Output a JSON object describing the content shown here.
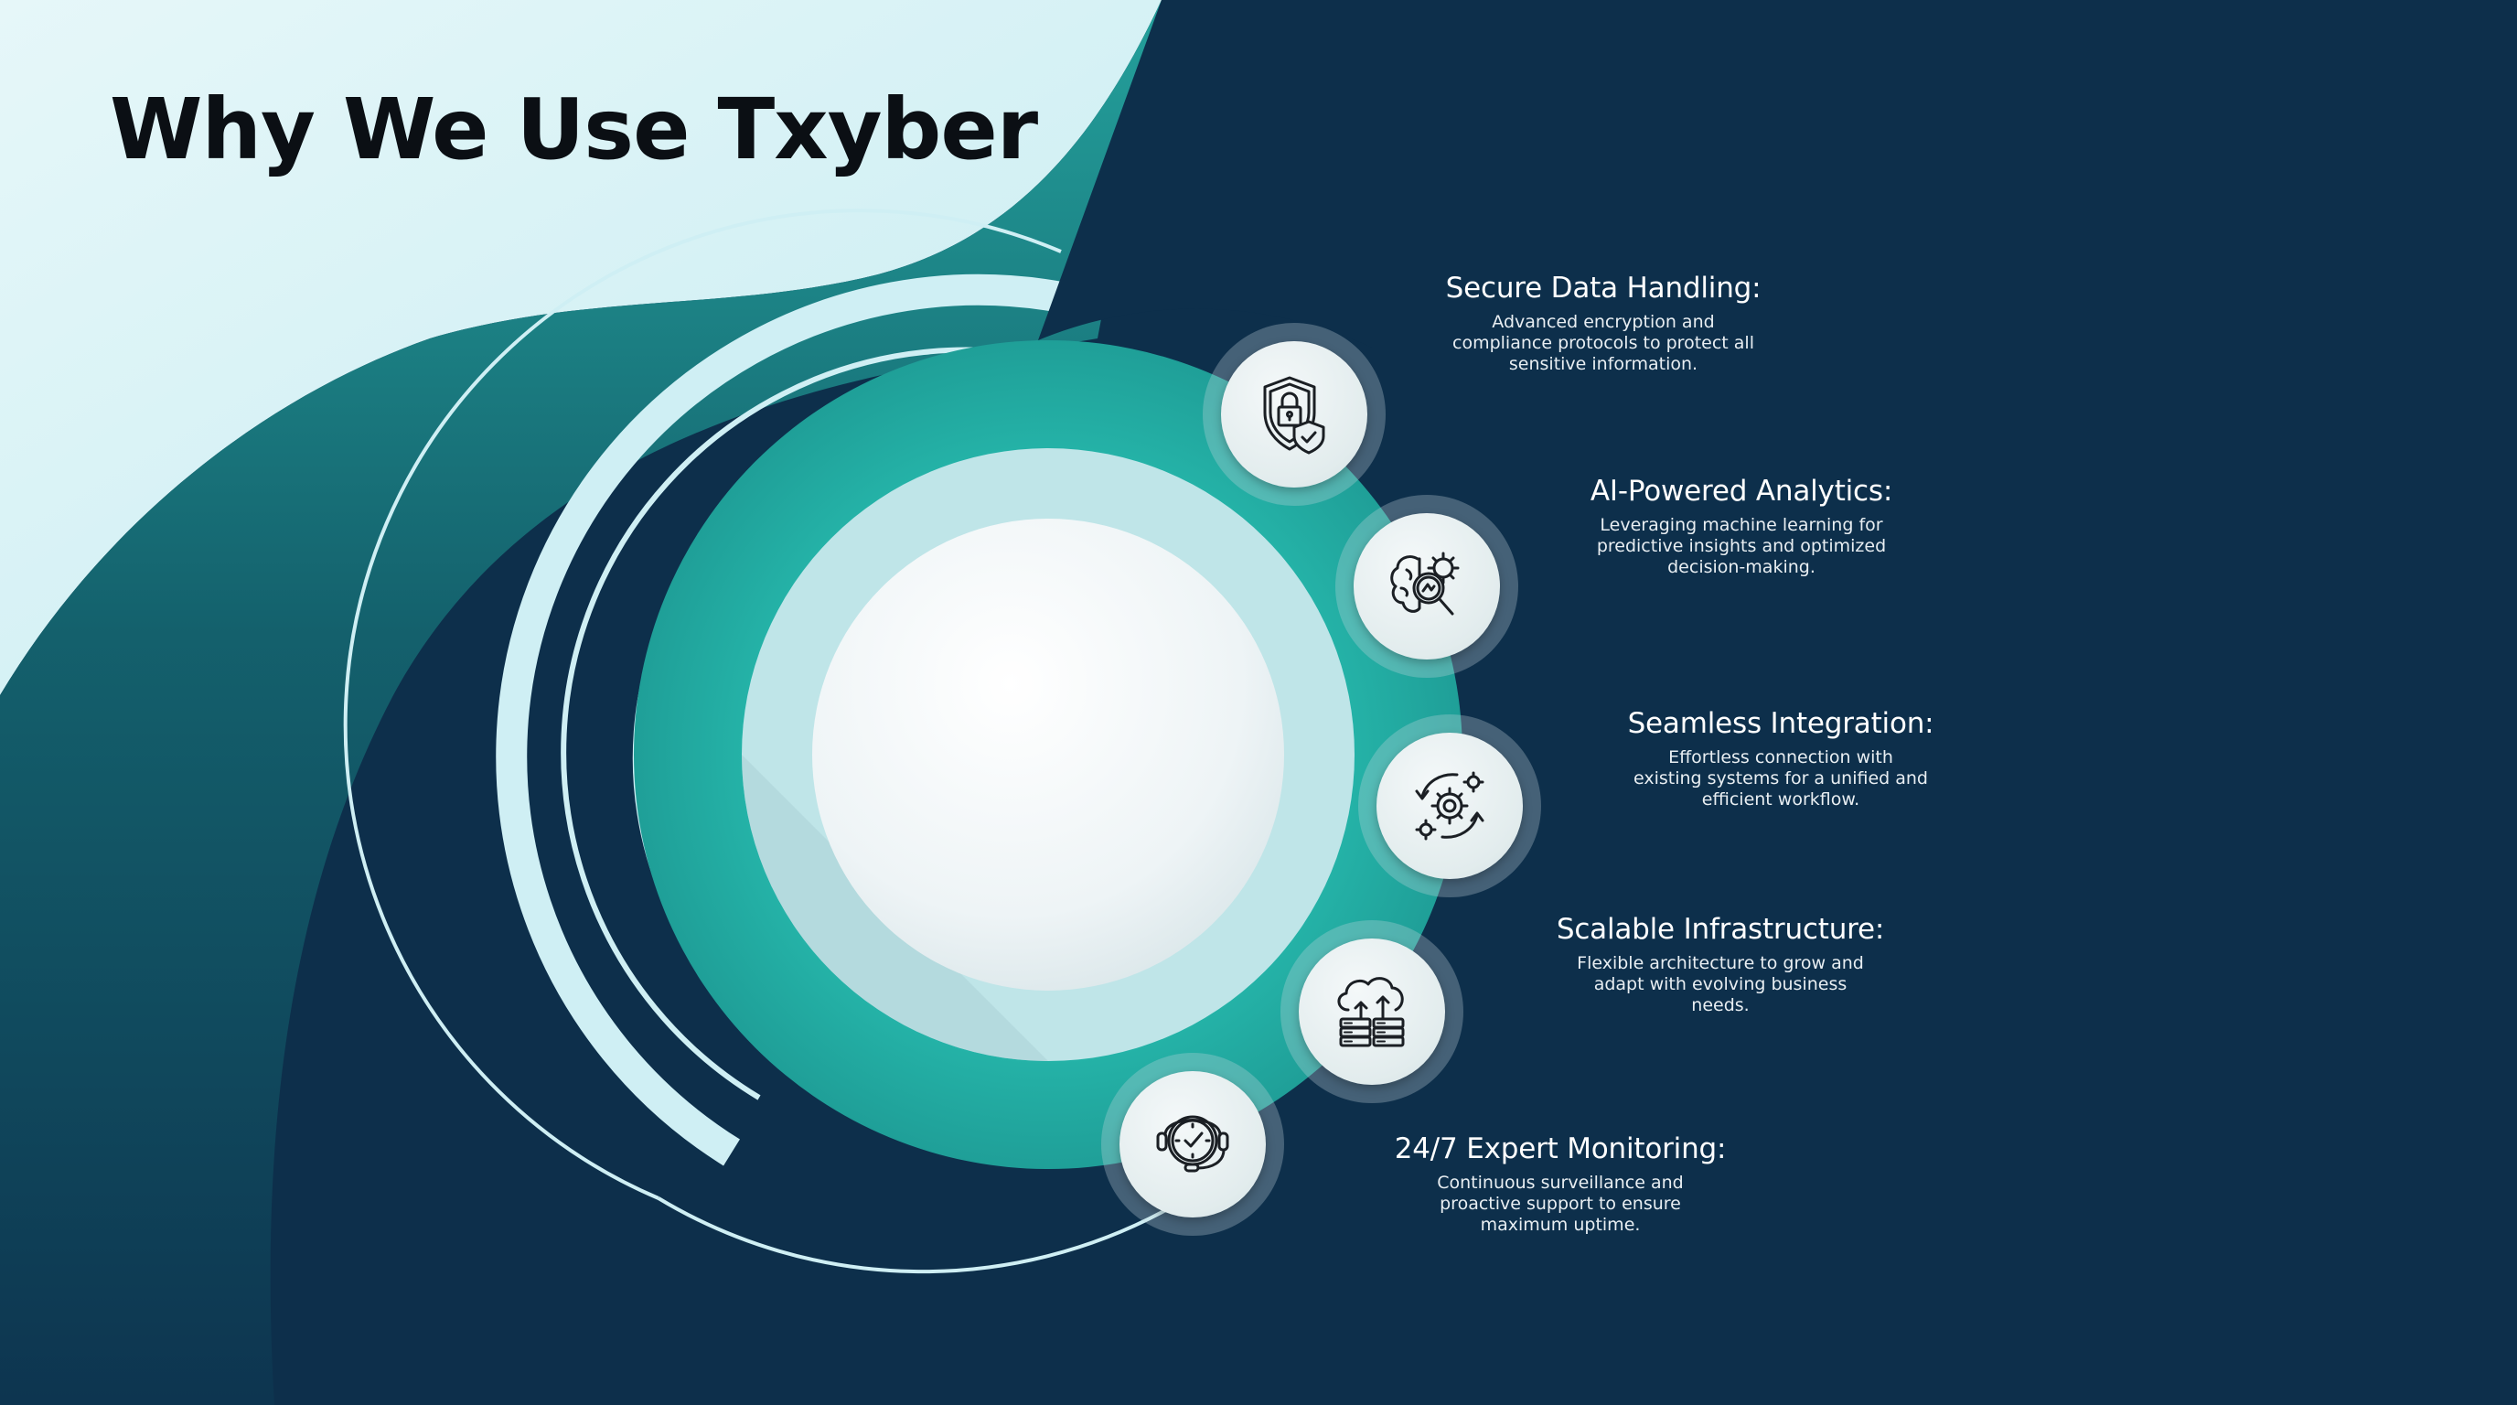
{
  "title": "Why We Use Txyber",
  "colors": {
    "dark_navy": "#0d2f4b",
    "teal": "#24b3a8",
    "deep_teal": "#166a73",
    "light_cyan": "#d7f2f5",
    "white_disc": "#f2f6f7",
    "title_text": "#0b0f14",
    "feature_text": "#ffffff"
  },
  "features": [
    {
      "title": "Secure Data Handling:",
      "icon": "shield-lock-check-icon",
      "lines": [
        "Advanced encryption and",
        "compliance protocols to protect all",
        "sensitive information."
      ]
    },
    {
      "title": "AI-Powered Analytics:",
      "icon": "brain-gear-magnifier-icon",
      "lines": [
        "Leveraging machine learning for",
        "predictive insights and optimized",
        "decision-making."
      ]
    },
    {
      "title": "Seamless Integration:",
      "icon": "gears-cycle-icon",
      "lines": [
        "Effortless connection with",
        "existing systems for a unified and",
        "efficient workflow."
      ]
    },
    {
      "title": "Scalable Infrastructure:",
      "icon": "cloud-upload-servers-icon",
      "lines": [
        "Flexible architecture to grow and",
        "adapt with evolving business",
        "needs."
      ]
    },
    {
      "title": "24/7 Expert Monitoring:",
      "icon": "clock-headset-icon",
      "lines": [
        "Continuous surveillance and",
        "proactive support to ensure",
        "maximum uptime."
      ]
    }
  ]
}
